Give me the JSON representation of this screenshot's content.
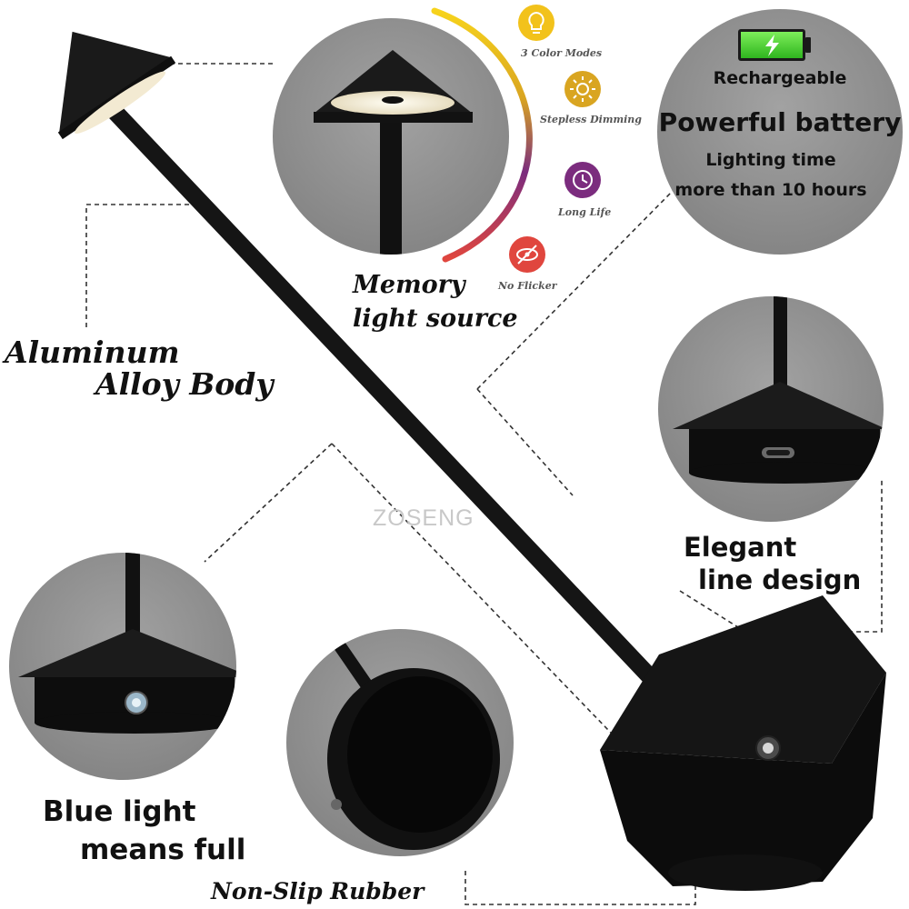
{
  "labels": {
    "aluminum_line1": "Aluminum",
    "aluminum_line2": "Alloy Body",
    "memory_line1": "Memory",
    "memory_line2": "light source",
    "elegant_line1": "Elegant",
    "elegant_line2": "line design",
    "blue_line1": "Blue light",
    "blue_line2": "means full",
    "non_slip": "Non-Slip Rubber"
  },
  "features": [
    {
      "label": "3 Color Modes",
      "icon": "bulb-icon",
      "color": "#f2c21b"
    },
    {
      "label": "Stepless Dimming",
      "icon": "sun-icon",
      "color": "#d9a521"
    },
    {
      "label": "Long Life",
      "icon": "clock-icon",
      "color": "#7b2c7e"
    },
    {
      "label": "No Flicker",
      "icon": "eye-slash-icon",
      "color": "#e0463e"
    }
  ],
  "battery": {
    "heading": "Rechargeable",
    "title": "Powerful battery",
    "line1": "Lighting time",
    "line2": "more than 10 hours",
    "icon": "battery-charging-icon",
    "fill_color": "#4cd137"
  },
  "watermark": "ZOSENG",
  "colors": {
    "lamp": "#111111",
    "circle_bg": "#8e8e8e",
    "light": "#f3ead2"
  }
}
